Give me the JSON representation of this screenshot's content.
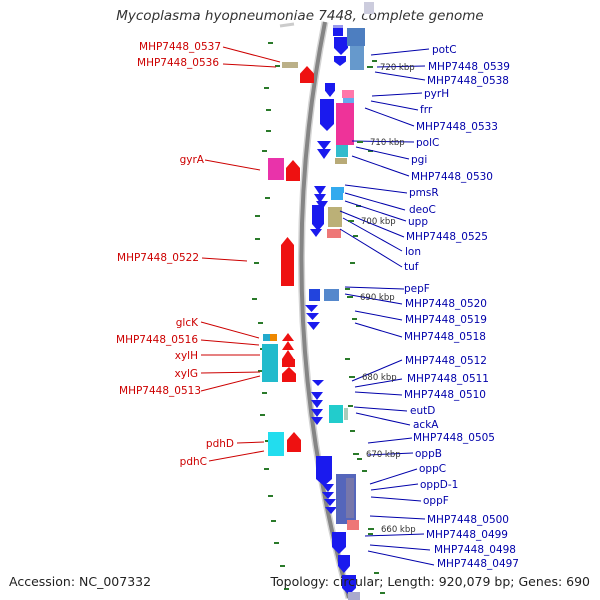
{
  "title": "Mycoplasma hyopneumoniae 7448, complete genome",
  "footer": {
    "accession": "Accession: NC_007332",
    "info": "Topology: circular; Length: 920,079 bp; Genes: 690"
  },
  "colors": {
    "left_label": "#cc0000",
    "right_label": "#0000aa",
    "backbone": "#888888",
    "gc_dash": "#2a7a2a",
    "reverse_strand": "#1a1aee",
    "forward_strand": "#ee1111"
  },
  "left_labels": [
    {
      "text": "MHP7448_0537"
    },
    {
      "text": "MHP7448_0536"
    },
    {
      "text": "gyrA"
    },
    {
      "text": "MHP7448_0522"
    },
    {
      "text": "glcK"
    },
    {
      "text": "MHP7448_0516"
    },
    {
      "text": "xylH"
    },
    {
      "text": "xylG"
    },
    {
      "text": "MHP7448_0513"
    },
    {
      "text": "pdhD"
    },
    {
      "text": "pdhC"
    }
  ],
  "right_labels": [
    {
      "text": "potC"
    },
    {
      "text": "MHP7448_0539"
    },
    {
      "text": "MHP7448_0538"
    },
    {
      "text": "pyrH"
    },
    {
      "text": "frr"
    },
    {
      "text": "MHP7448_0533"
    },
    {
      "text": "polC"
    },
    {
      "text": "pgi"
    },
    {
      "text": "MHP7448_0530"
    },
    {
      "text": "pmsR"
    },
    {
      "text": "deoC"
    },
    {
      "text": "upp"
    },
    {
      "text": "MHP7448_0525"
    },
    {
      "text": "lon"
    },
    {
      "text": "tuf"
    },
    {
      "text": "pepF"
    },
    {
      "text": "MHP7448_0520"
    },
    {
      "text": "MHP7448_0519"
    },
    {
      "text": "MHP7448_0518"
    },
    {
      "text": "MHP7448_0512"
    },
    {
      "text": "MHP7448_0511"
    },
    {
      "text": "MHP7448_0510"
    },
    {
      "text": "eutD"
    },
    {
      "text": "ackA"
    },
    {
      "text": "MHP7448_0505"
    },
    {
      "text": "oppB"
    },
    {
      "text": "oppC"
    },
    {
      "text": "oppD-1"
    },
    {
      "text": "oppF"
    },
    {
      "text": "MHP7448_0500"
    },
    {
      "text": "MHP7448_0499"
    },
    {
      "text": "MHP7448_0498"
    },
    {
      "text": "MHP7448_0497"
    }
  ],
  "kbp_markers": [
    "720 kbp",
    "710 kbp",
    "700 kbp",
    "690 kbp",
    "680 kbp",
    "670 kbp",
    "660 kbp"
  ]
}
